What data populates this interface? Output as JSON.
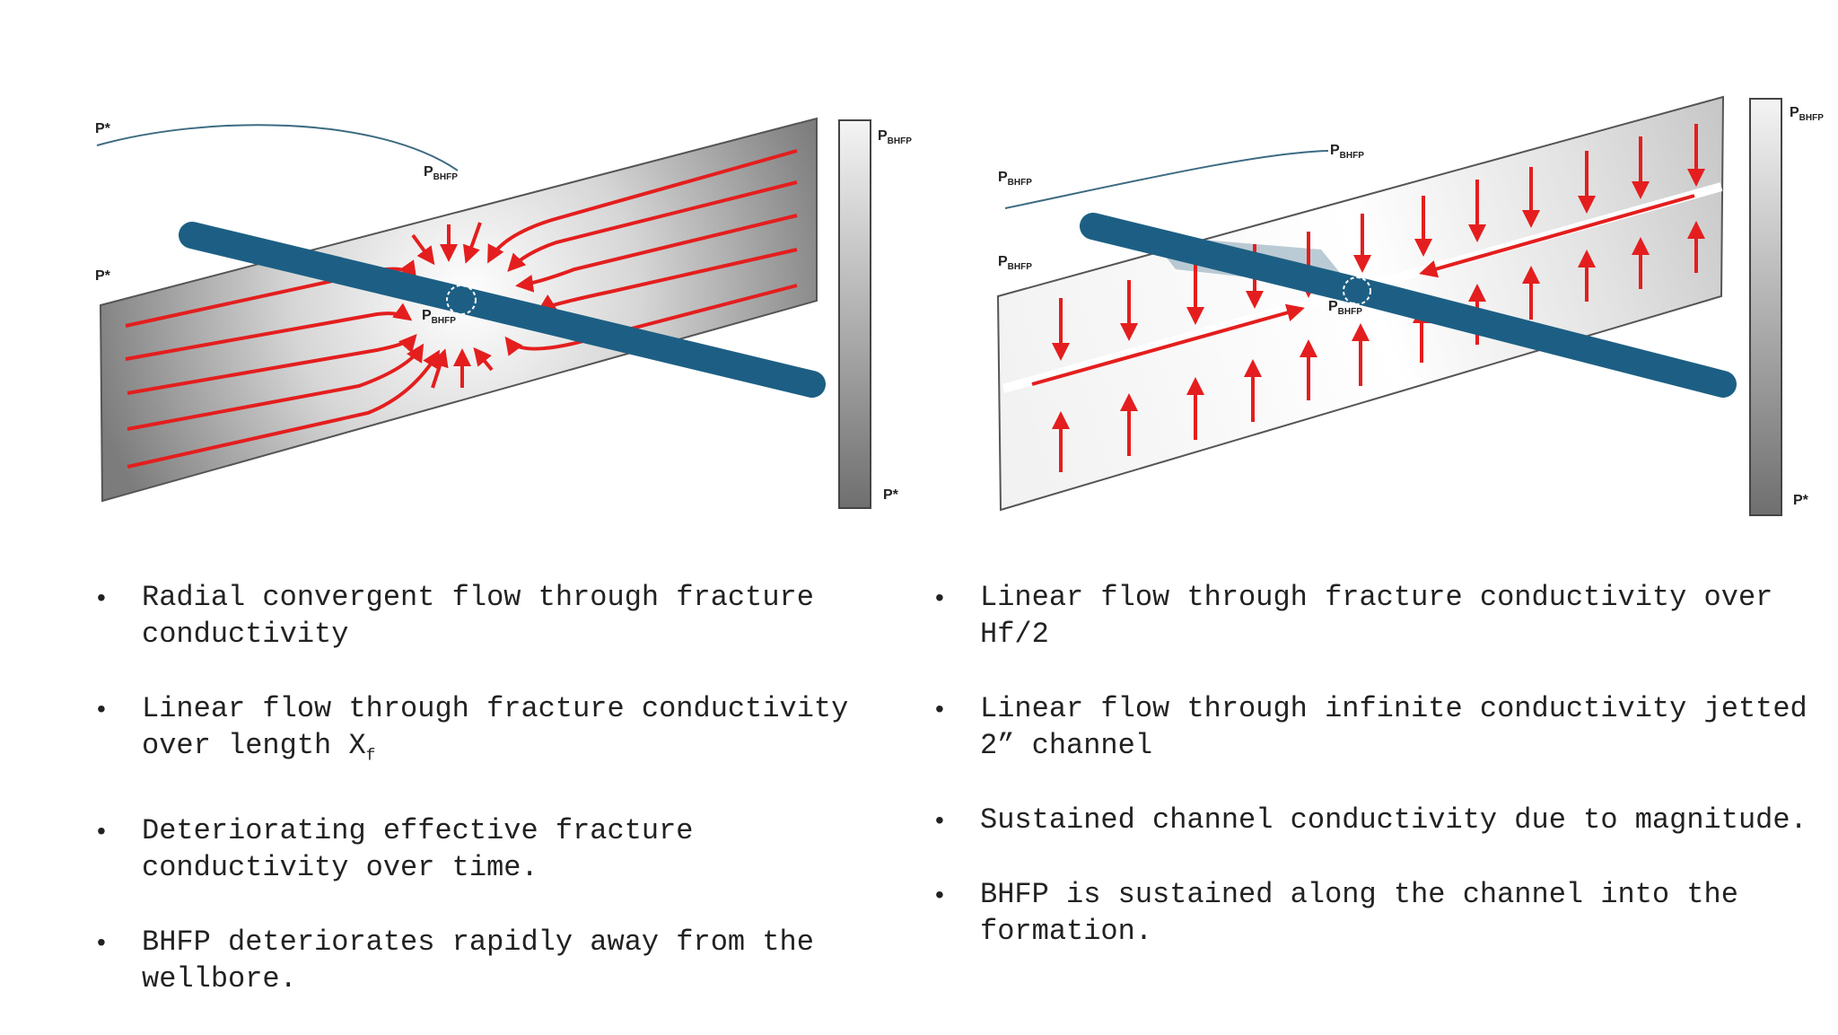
{
  "left_diagram": {
    "labels": {
      "p_star_top": "P*",
      "p_star_mid": "P*",
      "p_bhfp_curve": "P",
      "p_bhfp_curve_sub": "BHFP",
      "p_bhfp_center": "P",
      "p_bhfp_center_sub": "BHFP",
      "scale_top": "P",
      "scale_top_sub": "BHFP",
      "scale_bottom": "P*"
    },
    "flow_pattern": "radial convergent",
    "arrow_color": "#e41e1e",
    "pipe_color": "#1d5f84"
  },
  "right_diagram": {
    "labels": {
      "p_bhfp_curve_left": "P",
      "p_bhfp_curve_left_sub": "BHFP",
      "p_bhfp_curve_right": "P",
      "p_bhfp_curve_right_sub": "BHFP",
      "p_bhfp_mid": "P",
      "p_bhfp_mid_sub": "BHFP",
      "p_bhfp_center": "P",
      "p_bhfp_center_sub": "BHFP",
      "scale_top": "P",
      "scale_top_sub": "BHFP",
      "scale_bottom": "P*"
    },
    "flow_pattern": "linear to channel",
    "arrow_color": "#e41e1e",
    "pipe_color": "#1d5f84"
  },
  "bullets_left": [
    {
      "text": "Radial convergent flow through fracture conductivity"
    },
    {
      "text": "Linear flow through fracture conductivity over length X",
      "sub": "f"
    },
    {
      "text": "Deteriorating effective fracture conductivity over time."
    },
    {
      "text": "BHFP deteriorates rapidly away from the wellbore."
    }
  ],
  "bullets_right": [
    {
      "text": "Linear flow through fracture conductivity over Hf/2"
    },
    {
      "text": "Linear flow through infinite conductivity jetted 2” channel"
    },
    {
      "text": "Sustained channel conductivity due to magnitude."
    },
    {
      "text": "BHFP is sustained along the channel into the formation."
    }
  ],
  "bullet_symbol": "•"
}
